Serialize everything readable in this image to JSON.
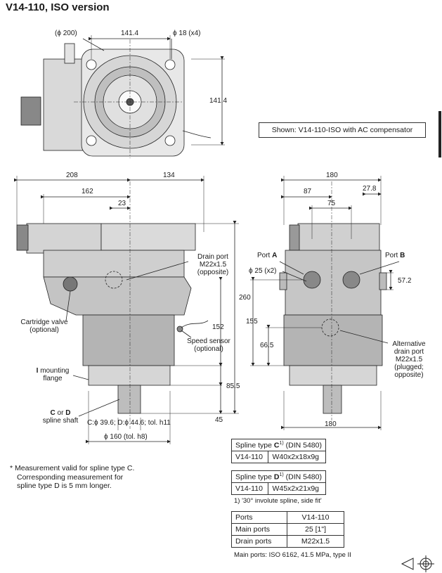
{
  "title": "V14-110, ISO version",
  "shown_box": "Shown: V14-110-ISO with AC compensator",
  "top_view": {
    "dims": {
      "phi200": "(ϕ 200)",
      "w141": "141.4",
      "phi18": "ϕ 18 (x4)",
      "h141": "141.4"
    }
  },
  "side_view": {
    "dims": {
      "d208": "208",
      "d134": "134",
      "d162": "162",
      "d23": "23",
      "d260": "260",
      "d152": "152",
      "d85": "85.5",
      "d45": "45",
      "spline": "C:ϕ 39.6; D:ϕ 44.6; tol. h11",
      "phi160": "ϕ 160 (tol. h8)"
    },
    "labels": {
      "drain_port": [
        "Drain port",
        "M22x1.5",
        "(opposite)"
      ],
      "cartridge": [
        "Cartridge valve",
        "(optional)"
      ],
      "speed": [
        "Speed sensor",
        "(optional)"
      ],
      "mounting_bold": "I",
      "mounting_rest": " mounting",
      "mounting2": "flange",
      "spline_bold1": "C",
      "spline_mid": " or ",
      "spline_bold2": "D",
      "spline2": "spline shaft"
    }
  },
  "front_view": {
    "dims": {
      "d180top": "180",
      "d87": "87",
      "d278": "27.8",
      "d75": "75",
      "d155": "155",
      "d665": "66.5",
      "d572": "57.2",
      "d180bot": "180"
    },
    "labels": {
      "portA_pre": "Port ",
      "portA": "A",
      "portB_pre": "Port ",
      "portB": "B",
      "phi25": "ϕ 25 (x2)",
      "alt": [
        "Alternative",
        "drain port",
        "M22x1.5",
        "(plugged;",
        "opposite)"
      ]
    }
  },
  "note": [
    "* Measurement valid for spline type C.",
    "Corresponding measurement for",
    "spline type D is 5 mm longer."
  ],
  "spline_c": {
    "head_pre": "Spline type ",
    "head_bold": "C",
    "head_sup": "1)",
    "head_post": " (DIN 5480)",
    "model": "V14-110",
    "value": "W40x2x18x9g"
  },
  "spline_d": {
    "head_pre": "Spline type ",
    "head_bold": "D",
    "head_sup": "1)",
    "head_post": " (DIN 5480)",
    "model": "V14-110",
    "value": "W45x2x21x9g"
  },
  "footnote": "1) '30° involute spline, side fit'",
  "ports_table": {
    "header": [
      "Ports",
      "V14-110"
    ],
    "rows": [
      [
        "Main ports",
        "25 [1\"]"
      ],
      [
        "Drain ports",
        "M22x1.5"
      ]
    ]
  },
  "main_ports_note": "Main ports: ISO 6162, 41.5 MPa, type II"
}
